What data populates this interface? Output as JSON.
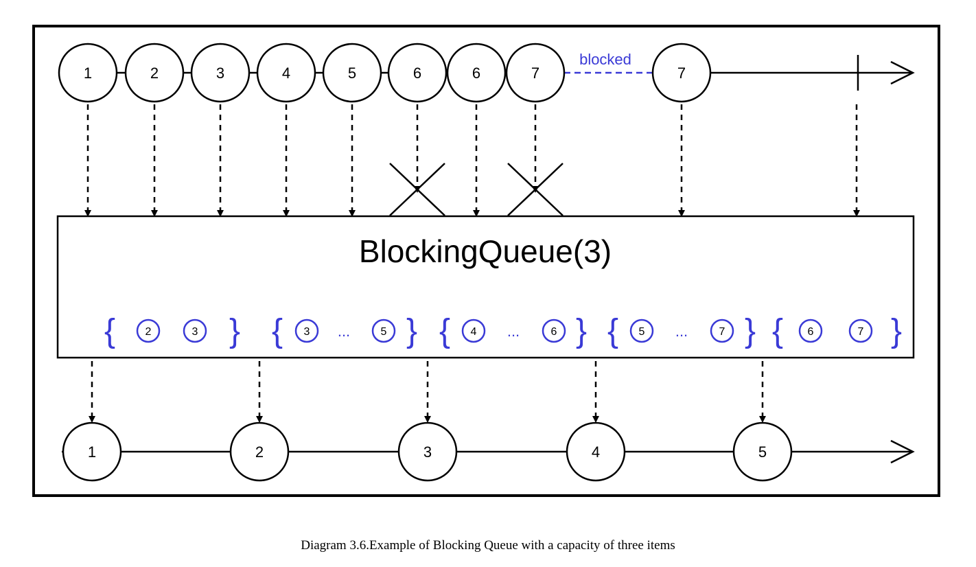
{
  "diagram": {
    "queue_title": "BlockingQueue(3)",
    "blocked_label": "blocked",
    "caption": "Diagram 3.6.Example of Blocking Queue with a capacity of three items",
    "colors": {
      "line": "#000000",
      "accent": "#3a3ad6",
      "background": "#ffffff"
    },
    "input_items": [
      {
        "label": "1",
        "rejected": false
      },
      {
        "label": "2",
        "rejected": false
      },
      {
        "label": "3",
        "rejected": false
      },
      {
        "label": "4",
        "rejected": false
      },
      {
        "label": "5",
        "rejected": false
      },
      {
        "label": "6",
        "rejected": true
      },
      {
        "label": "6",
        "rejected": false
      },
      {
        "label": "7",
        "rejected": true
      },
      {
        "label": "7",
        "rejected": false
      }
    ],
    "output_items": [
      "1",
      "2",
      "3",
      "4",
      "5"
    ],
    "snapshots": [
      {
        "first": "2",
        "sep": "",
        "last": "3"
      },
      {
        "first": "3",
        "sep": "...",
        "last": "5"
      },
      {
        "first": "4",
        "sep": "...",
        "last": "6"
      },
      {
        "first": "5",
        "sep": "...",
        "last": "7"
      },
      {
        "first": "6",
        "sep": "",
        "last": "7"
      }
    ]
  }
}
